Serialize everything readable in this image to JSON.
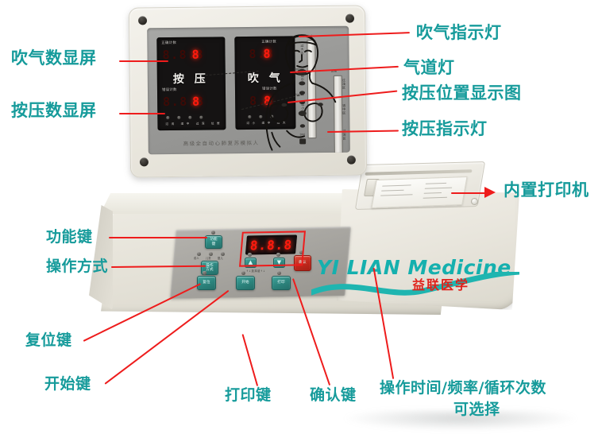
{
  "scene": {
    "title": "CPR Training Manikin Control Unit — Annotated Product Photo",
    "brand_en": "YI LIAN Medicine",
    "brand_cn": "益联医学",
    "accent_label_color": "#169b9b",
    "leader_line_color": "#ee1c1c",
    "button_color": "#2c837c",
    "confirm_button_color": "#c1281c",
    "led_color": "#ff1a0d"
  },
  "annotations": {
    "left": [
      {
        "id": "blow-count-display",
        "text": "吹气数显屏"
      },
      {
        "id": "compression-count-display",
        "text": "按压数显屏"
      },
      {
        "id": "function-key",
        "text": "功能键"
      },
      {
        "id": "operation-mode",
        "text": "操作方式"
      },
      {
        "id": "reset-key",
        "text": "复位键"
      },
      {
        "id": "start-key",
        "text": "开始键"
      }
    ],
    "right": [
      {
        "id": "blow-indicator-lamp",
        "text": "吹气指示灯"
      },
      {
        "id": "airway-lamp",
        "text": "气道灯"
      },
      {
        "id": "compression-position-diagram",
        "text": "按压位置显示图"
      },
      {
        "id": "compression-indicator-lamp",
        "text": "按压指示灯"
      },
      {
        "id": "built-in-printer",
        "text": "内置打印机"
      }
    ],
    "bottom": [
      {
        "id": "print-key",
        "text": "打印键"
      },
      {
        "id": "confirm-key",
        "text": "确认键"
      },
      {
        "id": "time-freq-cycle-select",
        "line1": "操作时间/频率/循环次数",
        "line2": "可选择"
      }
    ]
  },
  "display_panel": {
    "compression": {
      "correct_header": "正确计数",
      "correct_value": "8.8.8",
      "error_header": "错误计数",
      "error_value": "8.8.8",
      "title": "按 压",
      "led_caption": "过浅  适中  过深  位置"
    },
    "blow": {
      "correct_header": "正确计数",
      "correct_value": "8.8",
      "error_header": "错误计数",
      "error_value": "8.8",
      "title": "吹 气",
      "led_caption": "过小  适中  过大"
    },
    "footer_text": "高级全自动心肺复苏模拟人",
    "left_gauge": {
      "top_tick": "1000ml",
      "mid_tick": "1000ml",
      "low_tick": "500ml",
      "bottom_tick": "0ml",
      "zones": [
        "过大区",
        "适中区",
        "过小区"
      ]
    },
    "right_gauge": {
      "top_tick": "0cm",
      "bottom_tick": "5cm",
      "zones": [
        "过浅区",
        "适中区",
        "过深区"
      ]
    }
  },
  "keypad": {
    "buttons": [
      {
        "id": "function-key",
        "label": "功能\n键"
      },
      {
        "id": "operation-mode-key",
        "label": "操作\n方式"
      },
      {
        "id": "reset-key",
        "label": "复位"
      },
      {
        "id": "start-key",
        "label": "开始"
      },
      {
        "id": "print-key",
        "label": "打印"
      },
      {
        "id": "confirm-key",
        "label": "确认"
      }
    ],
    "mode_lamps": [
      "成人",
      "儿童",
      "婴儿"
    ],
    "segment_value": "8.8.8",
    "up_arrow": "▲",
    "down_arrow": "▼",
    "select_note": "↑↓选择键↑↓"
  }
}
